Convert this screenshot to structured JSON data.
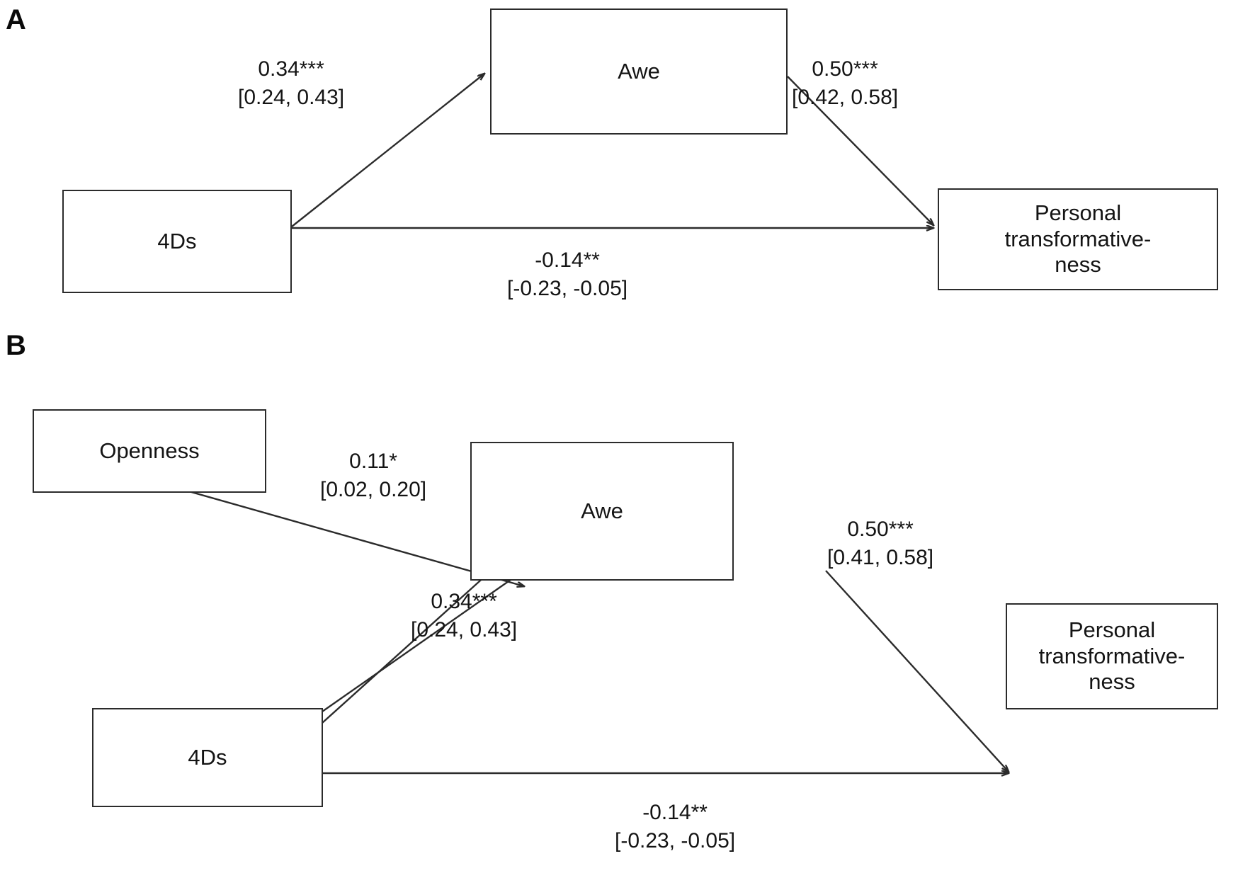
{
  "figure": {
    "type": "diagram",
    "subtype": "mediation-path-model",
    "panels": [
      {
        "letter": "A",
        "nodes": [
          {
            "id": "4ds_a",
            "label": "4Ds"
          },
          {
            "id": "awe_a",
            "label": "Awe"
          },
          {
            "id": "outcome_a",
            "label": "Personal\ntransformative-\nness"
          }
        ],
        "paths": [
          {
            "id": "a_4ds_to_awe",
            "from": "4Ds",
            "to": "Awe",
            "coefficient": "0.34***",
            "ci": "[0.24, 0.43]",
            "value": 0.34,
            "ci_low": 0.24,
            "ci_high": 0.43,
            "significance": "***"
          },
          {
            "id": "a_awe_to_outcome",
            "from": "Awe",
            "to": "Personal transformativeness",
            "coefficient": "0.50***",
            "ci": "[0.42, 0.58]",
            "value": 0.5,
            "ci_low": 0.42,
            "ci_high": 0.58,
            "significance": "***"
          },
          {
            "id": "a_4ds_direct",
            "from": "4Ds",
            "to": "Personal transformativeness",
            "coefficient": "-0.14**",
            "ci": "[-0.23, -0.05]",
            "value": -0.14,
            "ci_low": -0.23,
            "ci_high": -0.05,
            "significance": "**"
          }
        ]
      },
      {
        "letter": "B",
        "nodes": [
          {
            "id": "openness_b",
            "label": "Openness"
          },
          {
            "id": "4ds_b",
            "label": "4Ds"
          },
          {
            "id": "awe_b",
            "label": "Awe"
          },
          {
            "id": "outcome_b",
            "label": "Personal\ntransformative-\nness"
          }
        ],
        "paths": [
          {
            "id": "b_openness_to_awe",
            "from": "Openness",
            "to": "Awe",
            "coefficient": "0.11*",
            "ci": "[0.02, 0.20]",
            "value": 0.11,
            "ci_low": 0.02,
            "ci_high": 0.2,
            "significance": "*"
          },
          {
            "id": "b_4ds_to_awe",
            "from": "4Ds",
            "to": "Awe",
            "coefficient": "0.34***",
            "ci": "[0.24, 0.43]",
            "value": 0.34,
            "ci_low": 0.24,
            "ci_high": 0.43,
            "significance": "***"
          },
          {
            "id": "b_awe_to_outcome",
            "from": "Awe",
            "to": "Personal transformativeness",
            "coefficient": "0.50***",
            "ci": "[0.41, 0.58]",
            "value": 0.5,
            "ci_low": 0.41,
            "ci_high": 0.58,
            "significance": "***"
          },
          {
            "id": "b_4ds_direct",
            "from": "4Ds",
            "to": "Personal transformativeness",
            "coefficient": "-0.14**",
            "ci": "[-0.23, -0.05]",
            "value": -0.14,
            "ci_low": -0.23,
            "ci_high": -0.05,
            "significance": "**"
          }
        ]
      }
    ],
    "colors": {
      "stroke": "#2b2b2b",
      "text": "#141414",
      "background": "#ffffff"
    }
  }
}
